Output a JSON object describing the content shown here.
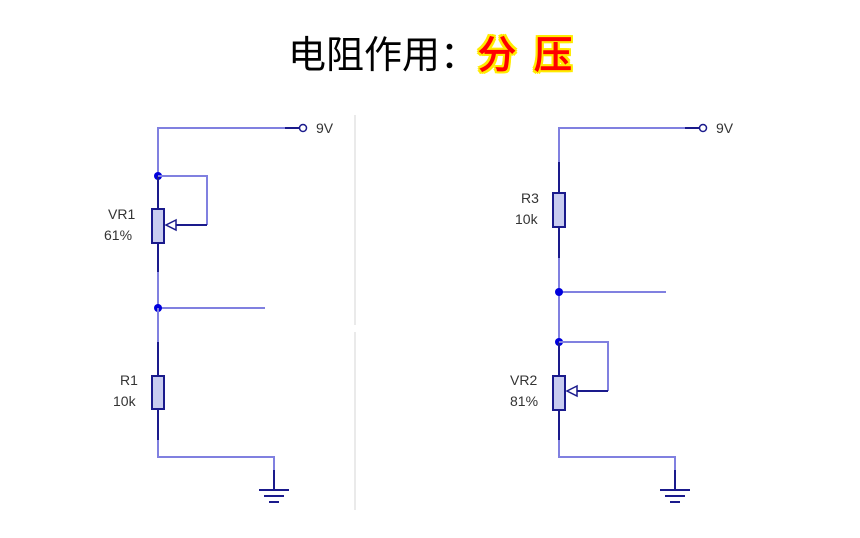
{
  "title": {
    "prefix": "电阻作用：",
    "highlight_1": "分",
    "highlight_2": "压",
    "highlight_color": "#ff0000",
    "highlight_background": "#ffeb00"
  },
  "left_circuit": {
    "supply_label": "9V",
    "pot_name": "VR1",
    "pot_value": "61%",
    "resistor_name": "R1",
    "resistor_value": "10k"
  },
  "right_circuit": {
    "supply_label": "9V",
    "resistor_name": "R3",
    "resistor_value": "10k",
    "pot_name": "VR2",
    "pot_value": "81%"
  },
  "colors": {
    "wire": "#8080e0",
    "component_outline": "#1a1a8c",
    "component_fill": "#c8ccf0",
    "junction": "#0000dd"
  }
}
